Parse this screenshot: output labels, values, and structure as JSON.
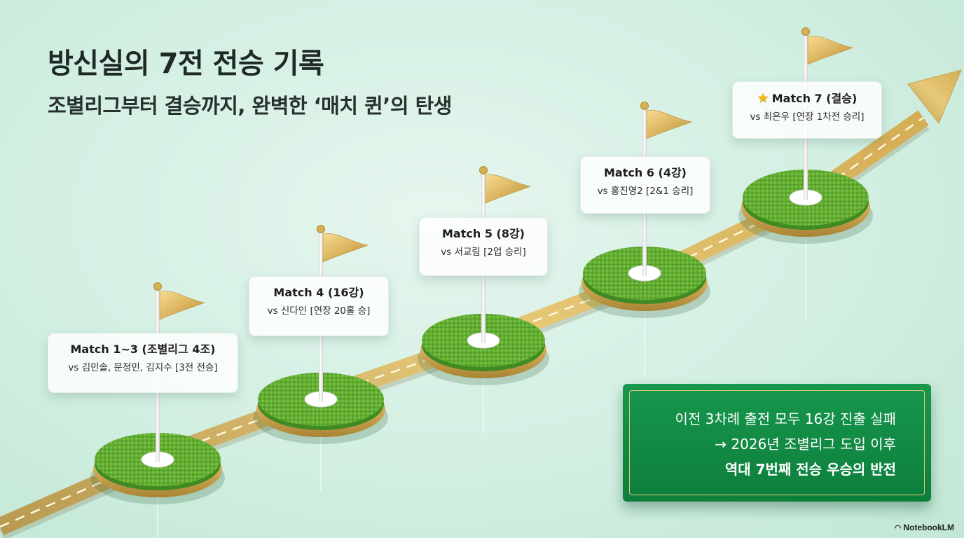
{
  "title": "방신실의 7전 전승 기록",
  "subtitle": "조별리그부터 결승까지, 완벽한 ‘매치 퀸’의 탄생",
  "matches": [
    {
      "title": "Match 1~3 (조별리그 4조)",
      "detail": "vs 김민솔, 문정민, 김지수 [3전 전승]"
    },
    {
      "title": "Match 4 (16강)",
      "detail": "vs 신다인 [연장 20홀 승]"
    },
    {
      "title": "Match 5 (8강)",
      "detail": "vs 서교림 [2업 승리]"
    },
    {
      "title": "Match 6 (4강)",
      "detail": "vs 홍진영2 [2&1 승리]"
    },
    {
      "title": "Match 7 (결승)",
      "detail": "vs 최은우 [연장 1차전 승리]",
      "icon": "star-icon"
    }
  ],
  "summary": {
    "line1": "이전 3차례 출전 모두 16강 진출 실패",
    "line2": "→ 2026년 조별리그 도입 이후",
    "line3": "역대 7번째 전승 우승의 반전"
  },
  "brand": "NotebookLM",
  "colors": {
    "background": "#d2efe2",
    "grass": "#5aa82e",
    "gold": "#d6b464",
    "summary_green": "#128a44",
    "summary_border": "#e2c777",
    "star": "#f2b60a"
  }
}
